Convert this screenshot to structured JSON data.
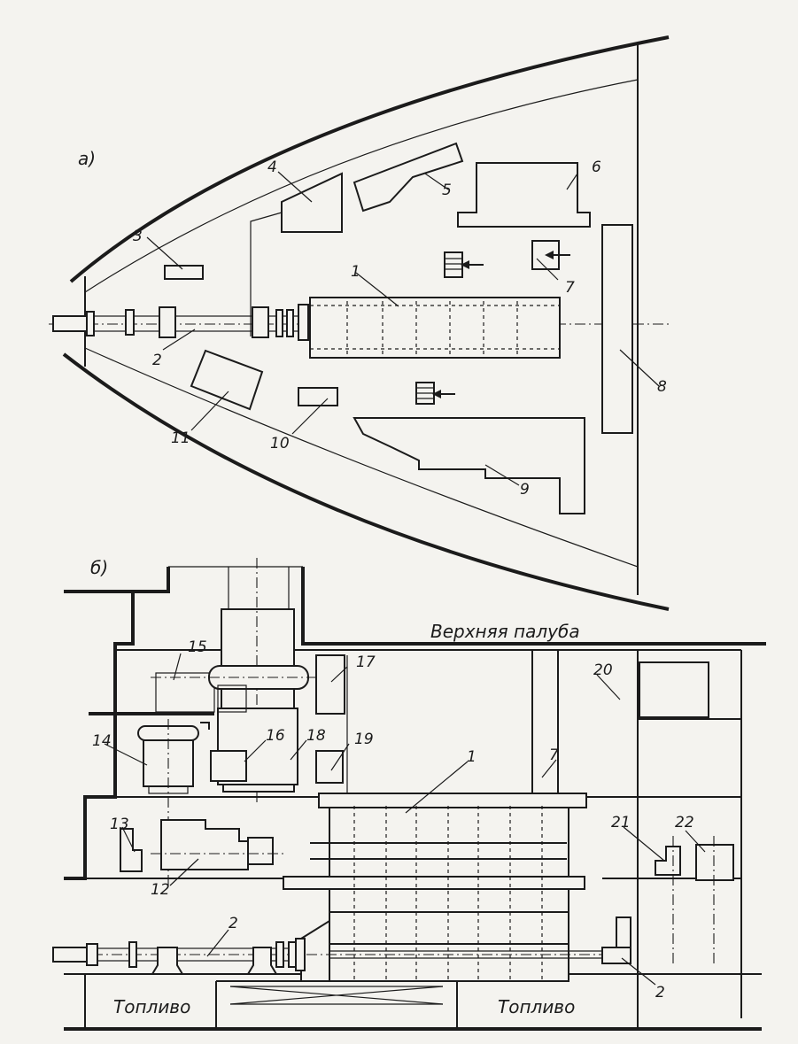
{
  "views": {
    "a": "а)",
    "b": "б)"
  },
  "top_labels": [
    "1",
    "2",
    "3",
    "4",
    "5",
    "6",
    "7",
    "8",
    "9",
    "10",
    "11"
  ],
  "bottom_labels": [
    "1",
    "2",
    "2",
    "7",
    "12",
    "13",
    "14",
    "15",
    "16",
    "17",
    "18",
    "19",
    "20",
    "21",
    "22"
  ],
  "texts": {
    "upper_deck": "Верхняя палуба",
    "fuel_left": "Топливо",
    "fuel_right": "Топливо"
  }
}
